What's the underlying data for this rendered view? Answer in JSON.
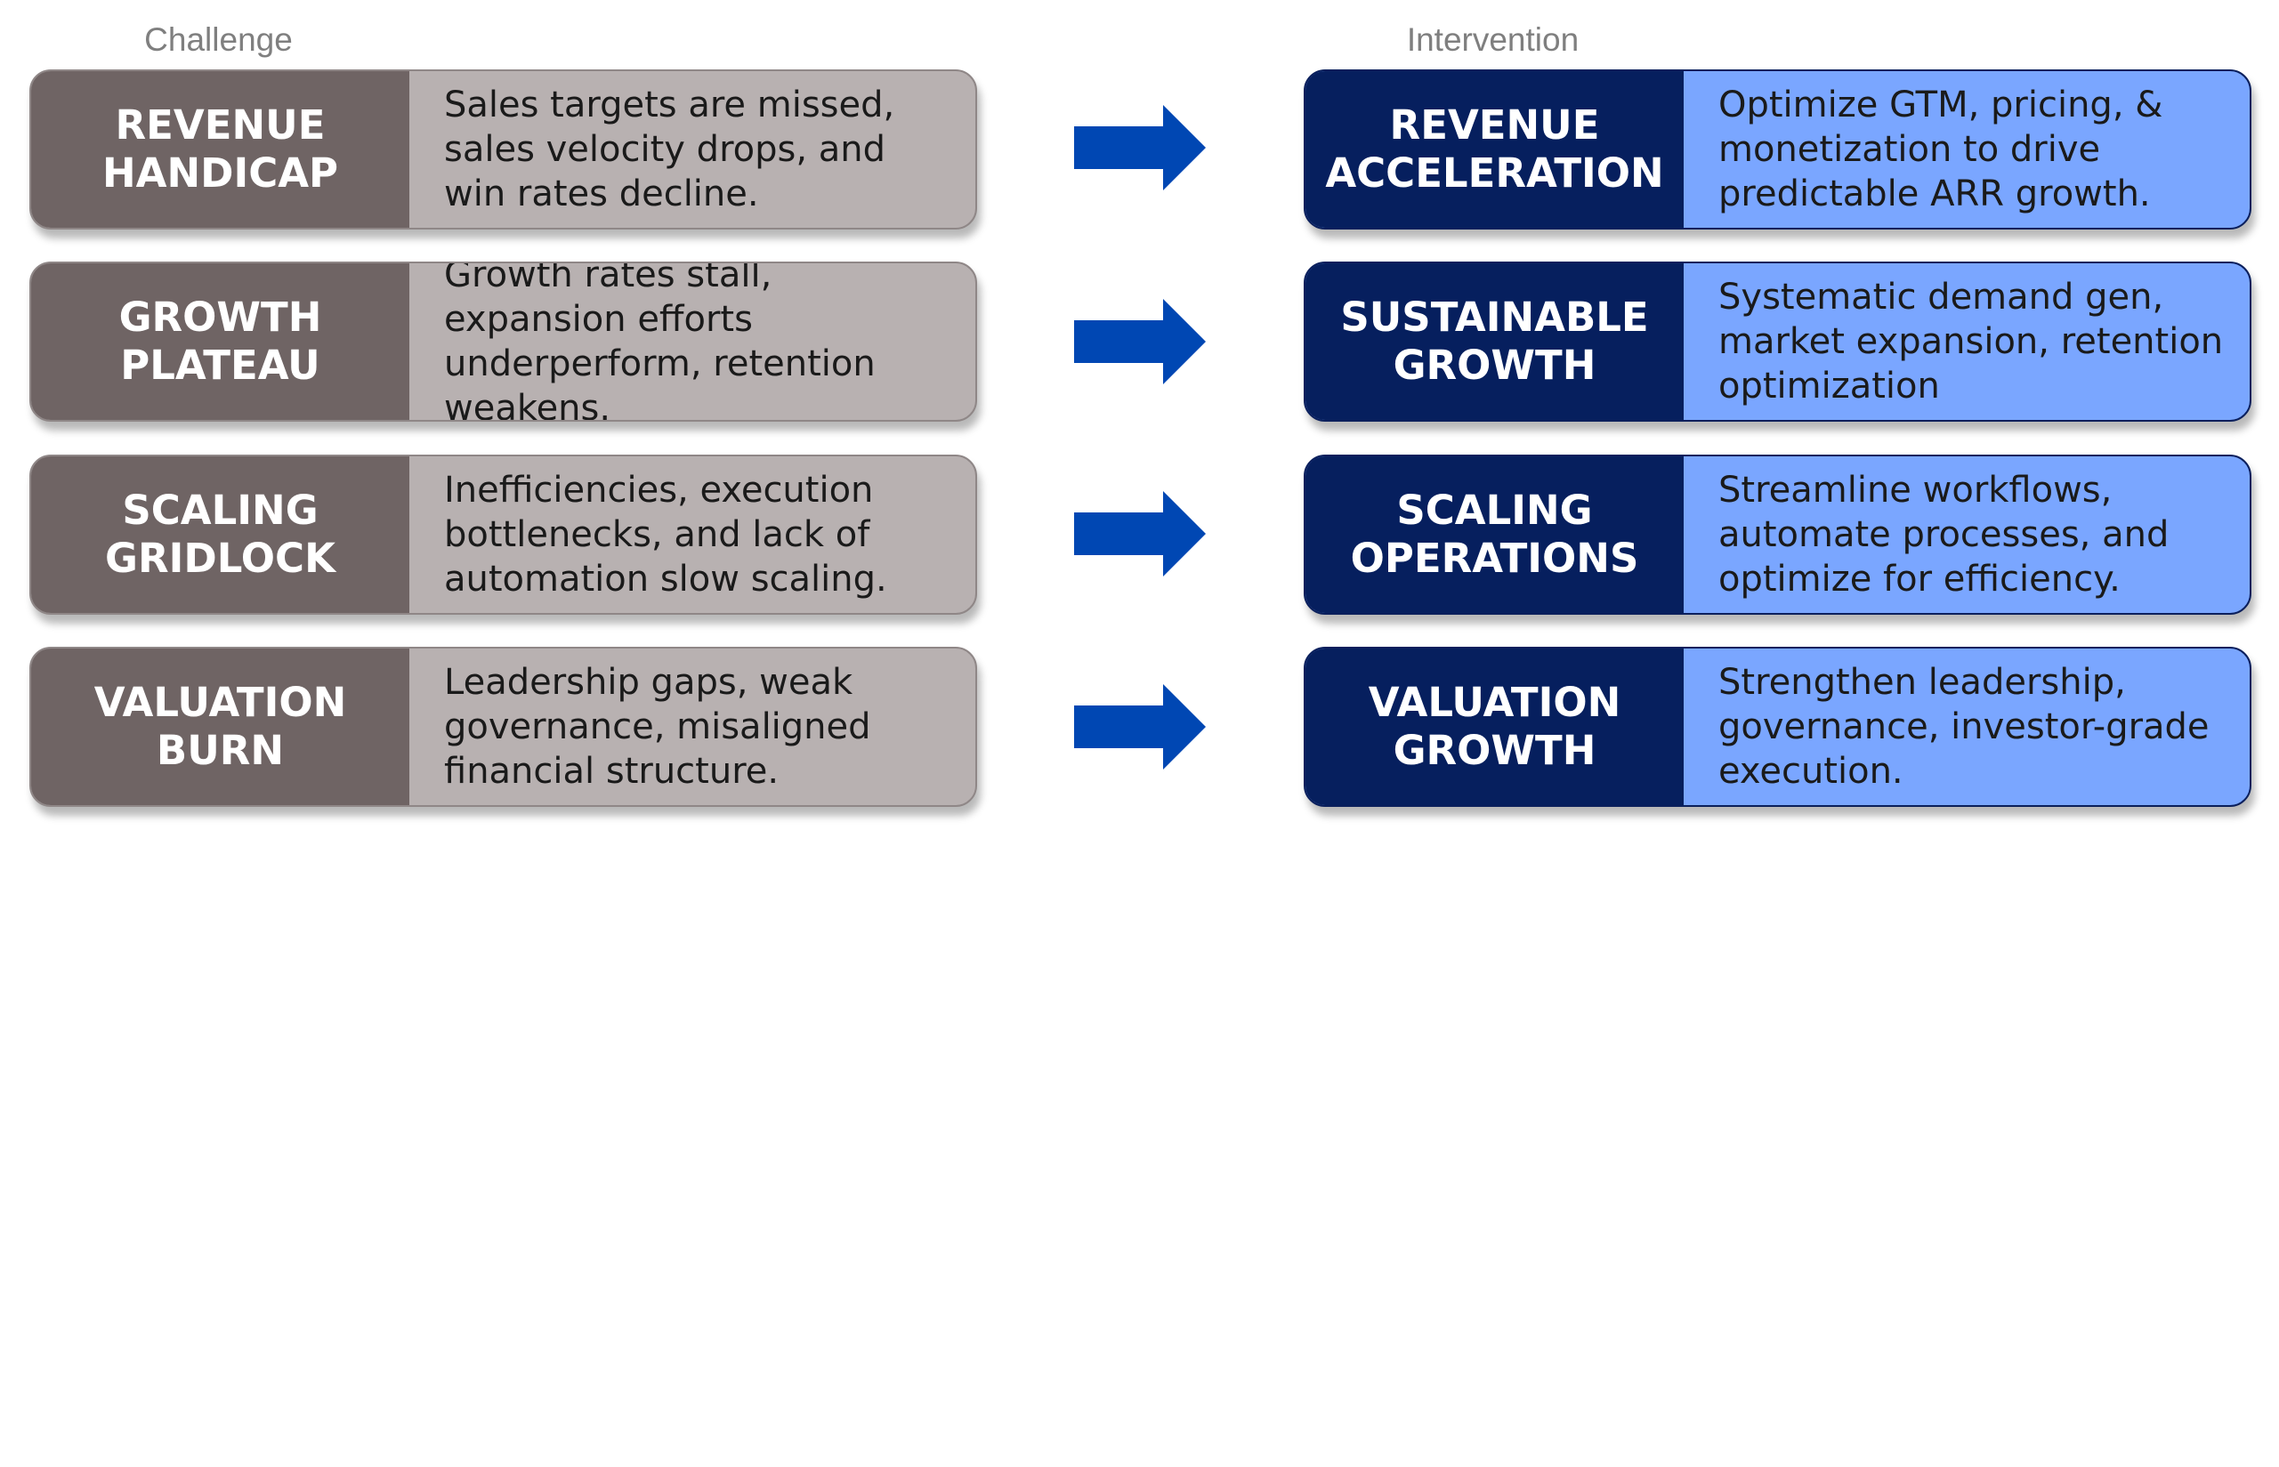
{
  "headers": {
    "challenge": "Challenge",
    "intervention": "Intervention"
  },
  "colors": {
    "challenge_label_bg": "#6f6464",
    "challenge_desc_bg": "#b8b1b1",
    "intervention_label_bg": "#061f5e",
    "intervention_desc_bg": "#7aa6ff",
    "arrow": "#0047b3",
    "header_text": "#7f7f7f"
  },
  "rows": [
    {
      "challenge": {
        "title": "REVENUE\nHANDICAP",
        "description": "Sales targets are missed, sales velocity drops, and win rates decline."
      },
      "arrow_icon": "right-arrow-icon",
      "intervention": {
        "title": "REVENUE\nACCELERATION",
        "description": "Optimize GTM, pricing, & monetization to drive predictable ARR growth."
      }
    },
    {
      "challenge": {
        "title": "GROWTH\nPLATEAU",
        "description": "Growth rates stall, expansion efforts underperform, retention weakens."
      },
      "arrow_icon": "right-arrow-icon",
      "intervention": {
        "title": "SUSTAINABLE\nGROWTH",
        "description": "Systematic demand gen, market expansion, retention optimization"
      }
    },
    {
      "challenge": {
        "title": "SCALING\nGRIDLOCK",
        "description": "Inefficiencies, execution bottlenecks, and lack of automation slow scaling."
      },
      "arrow_icon": "right-arrow-icon",
      "intervention": {
        "title": "SCALING\nOPERATIONS",
        "description": "Streamline workflows, automate processes, and optimize for efficiency."
      }
    },
    {
      "challenge": {
        "title": "VALUATION\nBURN",
        "description": "Leadership gaps, weak governance, misaligned financial structure."
      },
      "arrow_icon": "right-arrow-icon",
      "intervention": {
        "title": "VALUATION\nGROWTH",
        "description": "Strengthen leadership, governance, investor-grade execution."
      }
    }
  ]
}
